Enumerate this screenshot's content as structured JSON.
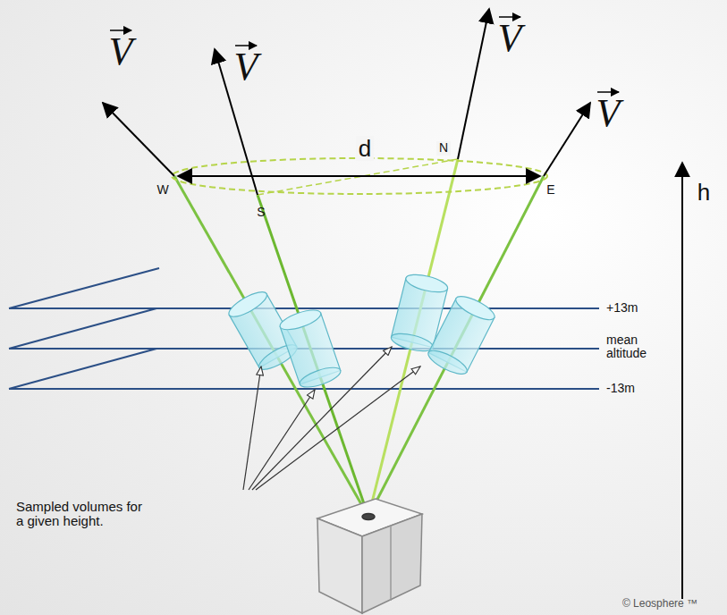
{
  "diagram": {
    "labels": [
      "V",
      "V",
      "V",
      "V",
      "d",
      "W",
      "S",
      "N",
      "E",
      "h",
      "+13m",
      "mean altitude",
      "-13m",
      "Sampled volumes for a given height.",
      "© Leosphere ™"
    ]
  }
}
